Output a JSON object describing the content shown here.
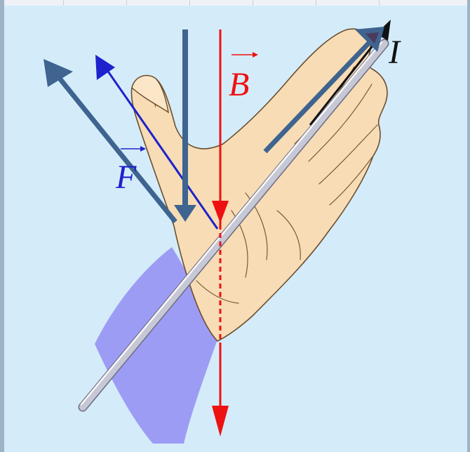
{
  "diagram": {
    "labels": {
      "force": "F",
      "field": "B",
      "current": "I"
    },
    "colors": {
      "background": "#d4ecfa",
      "field_line": "#ee1111",
      "force_line": "#1e22cc",
      "thick_arrows": "#3e648f",
      "sleeve": "#9d9cf5",
      "skin": "#f7dcb5",
      "rod": "#c9cad6"
    }
  }
}
